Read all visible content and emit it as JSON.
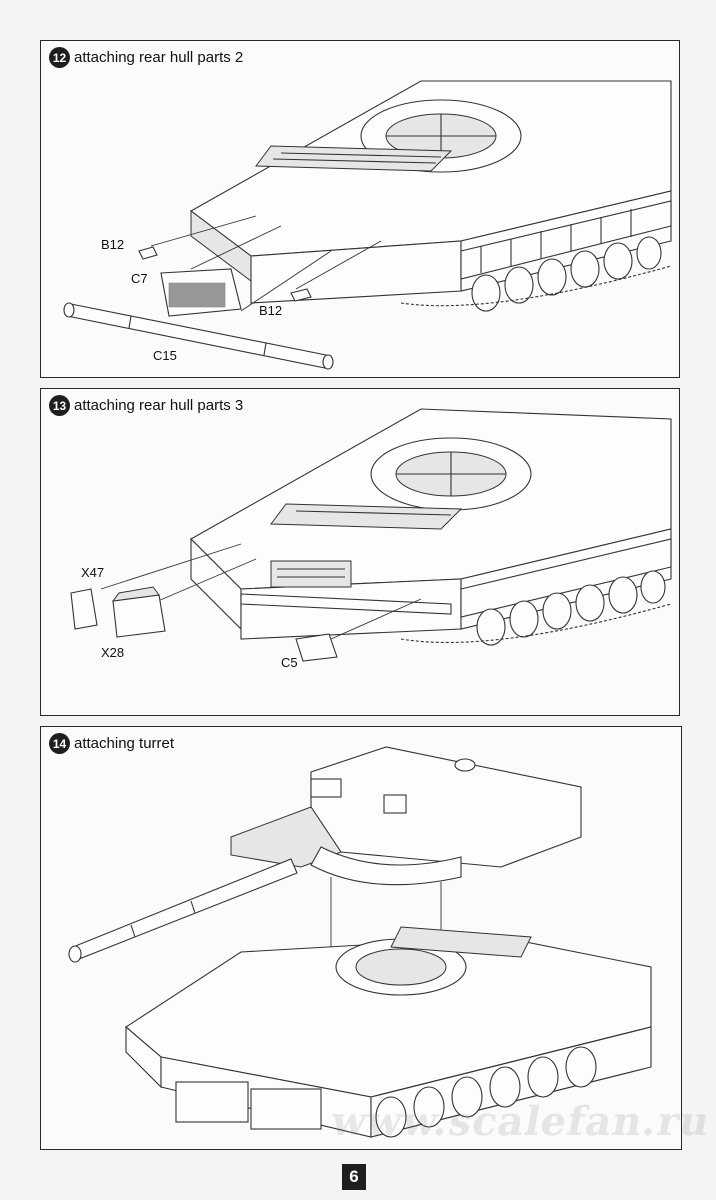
{
  "page": {
    "number": "6",
    "watermark": "www.scalefan.ru"
  },
  "steps": [
    {
      "number": "12",
      "title": "attaching rear hull parts 2",
      "parts": [
        "B12",
        "C7",
        "B12",
        "C15"
      ]
    },
    {
      "number": "13",
      "title": "attaching rear hull parts 3",
      "parts": [
        "X47",
        "X28",
        "C5"
      ]
    },
    {
      "number": "14",
      "title": "attaching turret",
      "parts": []
    }
  ]
}
